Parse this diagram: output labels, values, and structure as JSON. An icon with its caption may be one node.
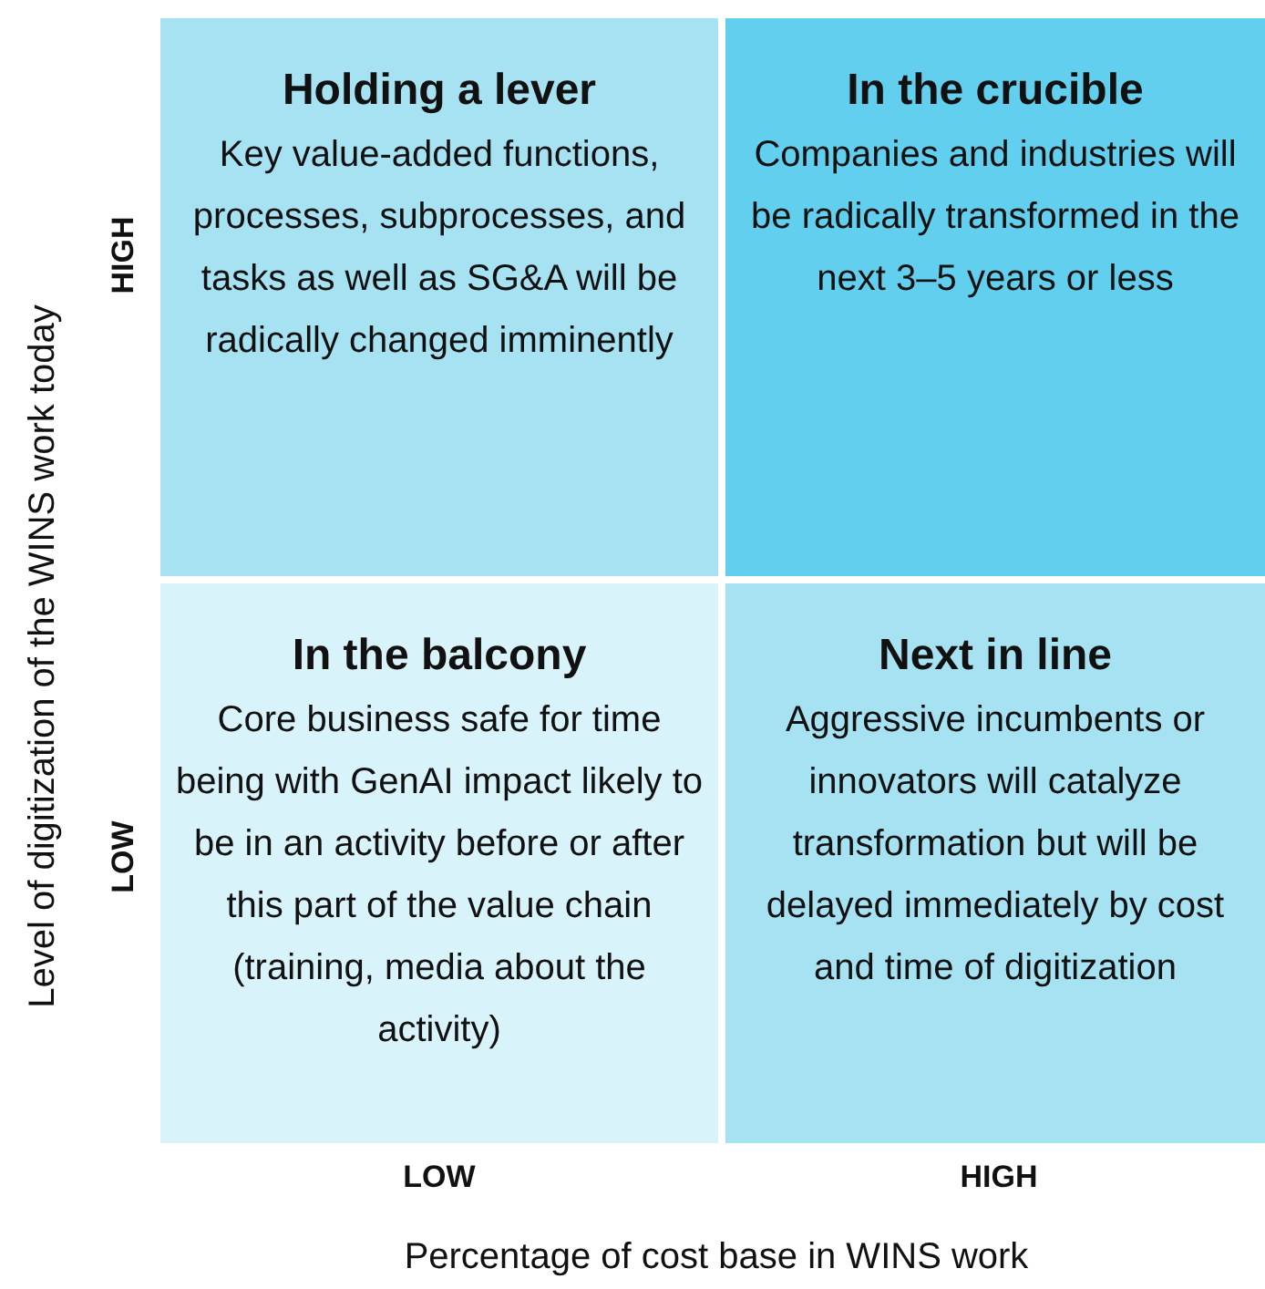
{
  "diagram": {
    "nodes": [
      {
        "text": [
          "Holding a lever",
          "Key value-added functions, processes, subprocesses, and tasks as well as SG&A will be radically changed imminently"
        ]
      },
      {
        "text": [
          "In the crucible",
          "Companies and industries will be radically transformed in the next 3–5 years or less"
        ]
      },
      {
        "text": [
          "In the balcony",
          "Core business safe for time being with GenAI impact likely to be in an activity before or after this part of the value chain (training, media about the activity)"
        ]
      },
      {
        "text": [
          "Next in line",
          "Aggressive incumbents or innovators will catalyze transformation but will be delayed immediately by cost and time of digitization"
        ]
      }
    ],
    "labels": [
      "Level of digitization of the WINS work today",
      "HIGH",
      "LOW",
      "LOW",
      "HIGH",
      "Percentage of cost base in WINS work"
    ]
  }
}
